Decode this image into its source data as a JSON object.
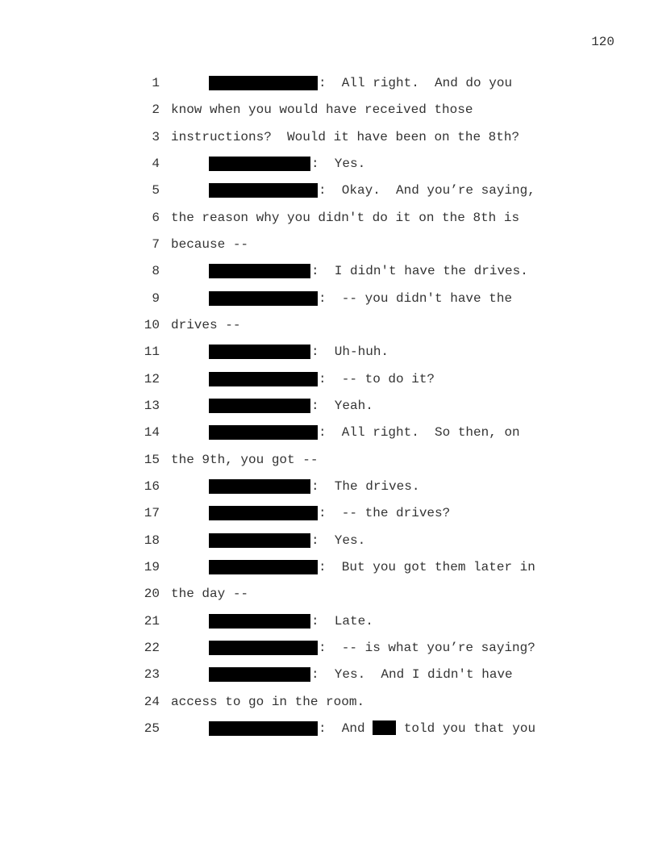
{
  "page_number": "120",
  "lines": [
    {
      "n": "1",
      "speaker": "long",
      "text": ":  All right.  And do you"
    },
    {
      "n": "2",
      "text": "know when you would have received those"
    },
    {
      "n": "3",
      "text": "instructions?  Would it have been on the 8th?"
    },
    {
      "n": "4",
      "speaker": "short",
      "text": ":  Yes."
    },
    {
      "n": "5",
      "speaker": "long",
      "text": ":  Okay.  And you’re saying,"
    },
    {
      "n": "6",
      "text": "the reason why you didn't do it on the 8th is"
    },
    {
      "n": "7",
      "text": "because --"
    },
    {
      "n": "8",
      "speaker": "short",
      "text": ":  I didn't have the drives."
    },
    {
      "n": "9",
      "speaker": "long",
      "text": ":  -- you didn't have the"
    },
    {
      "n": "10",
      "text": "drives --"
    },
    {
      "n": "11",
      "speaker": "short",
      "text": ":  Uh-huh."
    },
    {
      "n": "12",
      "speaker": "long",
      "text": ":  -- to do it?"
    },
    {
      "n": "13",
      "speaker": "short",
      "text": ":  Yeah."
    },
    {
      "n": "14",
      "speaker": "long",
      "text": ":  All right.  So then, on"
    },
    {
      "n": "15",
      "text": "the 9th, you got --"
    },
    {
      "n": "16",
      "speaker": "short",
      "text": ":  The drives."
    },
    {
      "n": "17",
      "speaker": "long",
      "text": ":  -- the drives?"
    },
    {
      "n": "18",
      "speaker": "short",
      "text": ":  Yes."
    },
    {
      "n": "19",
      "speaker": "long",
      "text": ":  But you got them later in"
    },
    {
      "n": "20",
      "text": "the day --"
    },
    {
      "n": "21",
      "speaker": "short",
      "text": ":  Late."
    },
    {
      "n": "22",
      "speaker": "long",
      "text": ":  -- is what you’re saying?"
    },
    {
      "n": "23",
      "speaker": "short",
      "text": ":  Yes.  And I didn't have"
    },
    {
      "n": "24",
      "text": "access to go in the room."
    },
    {
      "n": "25",
      "speaker": "long",
      "text": ":  And ",
      "text2": " told you that you"
    }
  ]
}
